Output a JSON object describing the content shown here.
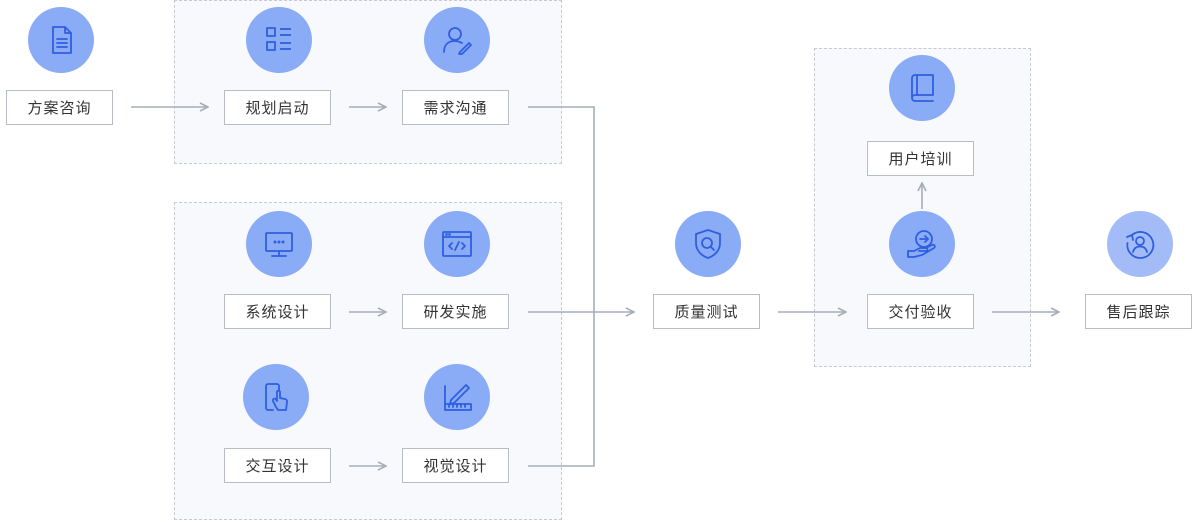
{
  "colors": {
    "icon_fill": "#8aabf6",
    "icon_stroke": "#2f5fe0",
    "connector": "#a7adb8",
    "group_border": "#c5cad3",
    "group_background": "#f7f9fd"
  },
  "steps": {
    "consult": {
      "label": "方案咨询",
      "icon": "document-icon"
    },
    "kickoff": {
      "label": "规划启动",
      "icon": "list-icon"
    },
    "requirements": {
      "label": "需求沟通",
      "icon": "user-edit-icon"
    },
    "system_design": {
      "label": "系统设计",
      "icon": "monitor-icon"
    },
    "development": {
      "label": "研发实施",
      "icon": "code-window-icon"
    },
    "interaction_design": {
      "label": "交互设计",
      "icon": "touch-phone-icon"
    },
    "visual_design": {
      "label": "视觉设计",
      "icon": "ruler-pencil-icon"
    },
    "qa_testing": {
      "label": "质量测试",
      "icon": "shield-search-icon"
    },
    "user_training": {
      "label": "用户培训",
      "icon": "book-icon"
    },
    "delivery": {
      "label": "交付验收",
      "icon": "hand-arrow-icon"
    },
    "after_sales": {
      "label": "售后跟踪",
      "icon": "user-refresh-icon"
    }
  }
}
